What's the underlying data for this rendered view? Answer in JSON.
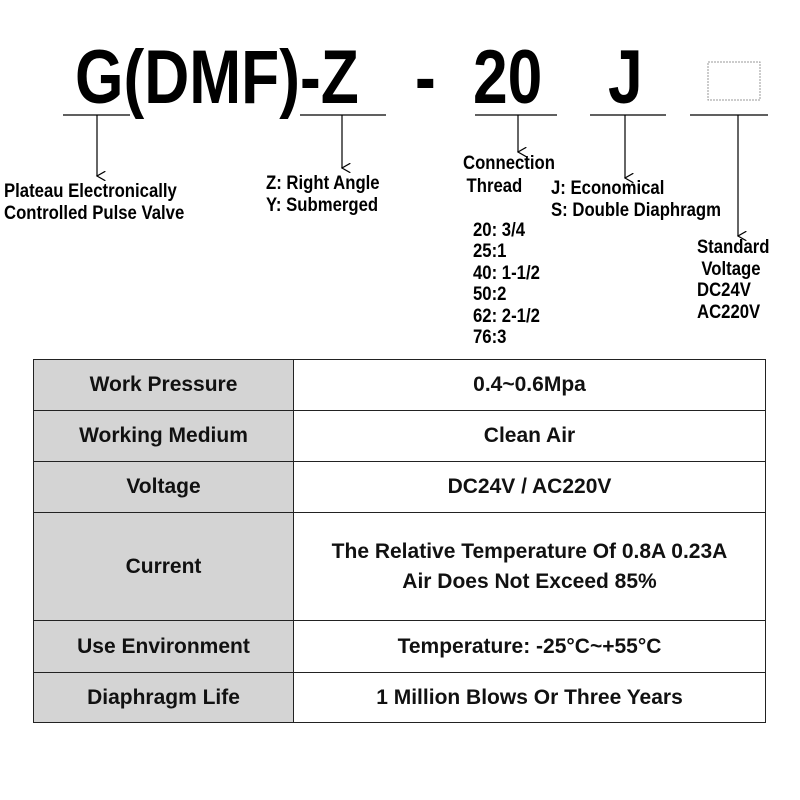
{
  "code": {
    "part1": "G(DMF)-Z",
    "sep": "-",
    "size": "20",
    "type": "J"
  },
  "labels": {
    "series": [
      "Plateau Electronically",
      "Controlled Pulse Valve"
    ],
    "angle": [
      "Z: Right Angle",
      "Y: Submerged"
    ],
    "thread": [
      "Connection",
      "Thread"
    ],
    "thread_sizes": [
      "20: 3/4",
      "25:1",
      "40: 1-1/2",
      "50:2",
      "62: 2-1/2",
      "76:3"
    ],
    "type": [
      "J: Economical",
      "S: Double Diaphragm"
    ],
    "voltage": [
      "Standard",
      "Voltage",
      "DC24V",
      "AC220V"
    ]
  },
  "specs": [
    {
      "key": "Work Pressure",
      "value": "0.4~0.6Mpa"
    },
    {
      "key": "Working Medium",
      "value": "Clean Air"
    },
    {
      "key": "Voltage",
      "value": "DC24V / AC220V"
    },
    {
      "key": "Current",
      "value": "The Relative Temperature Of 0.8A 0.23A",
      "value2": "Air Does Not Exceed 85%"
    },
    {
      "key": "Use Environment",
      "value": "Temperature: -25°C~+55°C"
    },
    {
      "key": "Diaphragm Life",
      "value": "1 Million Blows Or Three Years"
    }
  ]
}
